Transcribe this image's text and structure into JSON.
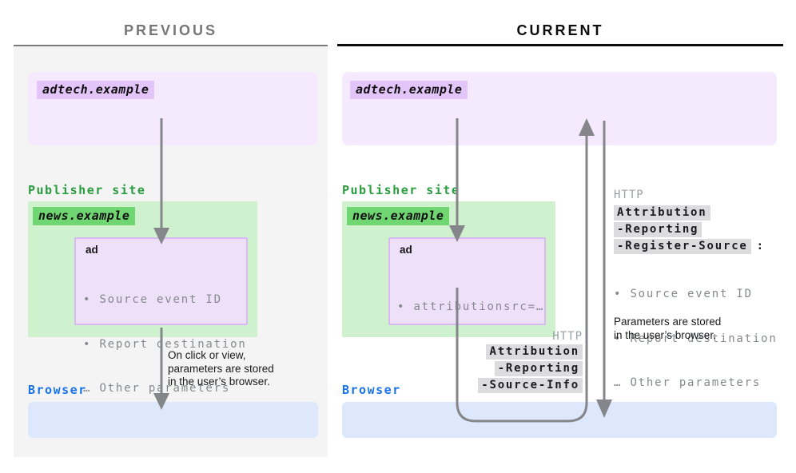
{
  "previous": {
    "title": "PREVIOUS",
    "adtech": {
      "label": "adtech.example"
    },
    "publisher_label": "Publisher site",
    "news": {
      "label": "news.example"
    },
    "ad": {
      "title": "ad",
      "params": [
        "• Source event ID",
        "• Report destination",
        "… Other parameters"
      ]
    },
    "note": "On click or view,\nparameters are stored\nin the user’s browser.",
    "browser_label": "Browser"
  },
  "current": {
    "title": "CURRENT",
    "adtech": {
      "label": "adtech.example"
    },
    "publisher_label": "Publisher site",
    "news": {
      "label": "news.example"
    },
    "ad": {
      "title": "ad",
      "params": [
        "• attributionsrc=…"
      ]
    },
    "request": {
      "protocol": "HTTP",
      "headers": [
        "Attribution",
        "-Reporting",
        "-Source-Info"
      ]
    },
    "response": {
      "protocol": "HTTP",
      "headers": [
        "Attribution",
        "-Reporting",
        "-Register-Source"
      ],
      "colon": ":",
      "params": [
        "• Source event ID",
        "• Report destination",
        "… Other parameters"
      ]
    },
    "note": "Parameters are stored\nin the user’s browser.",
    "browser_label": "Browser"
  },
  "colors": {
    "purple_box": "#f4e9fd",
    "purple_chip": "#e4c5f9",
    "green_box": "#cff1cd",
    "green_chip": "#70d672",
    "green_text": "#2b9c3f",
    "blue_text": "#1a73e8",
    "browser_box": "#dee8fc",
    "arrow_gray": "#84868a",
    "header_chip_bg": "#dcdcde",
    "muted_text": "#85898e"
  }
}
